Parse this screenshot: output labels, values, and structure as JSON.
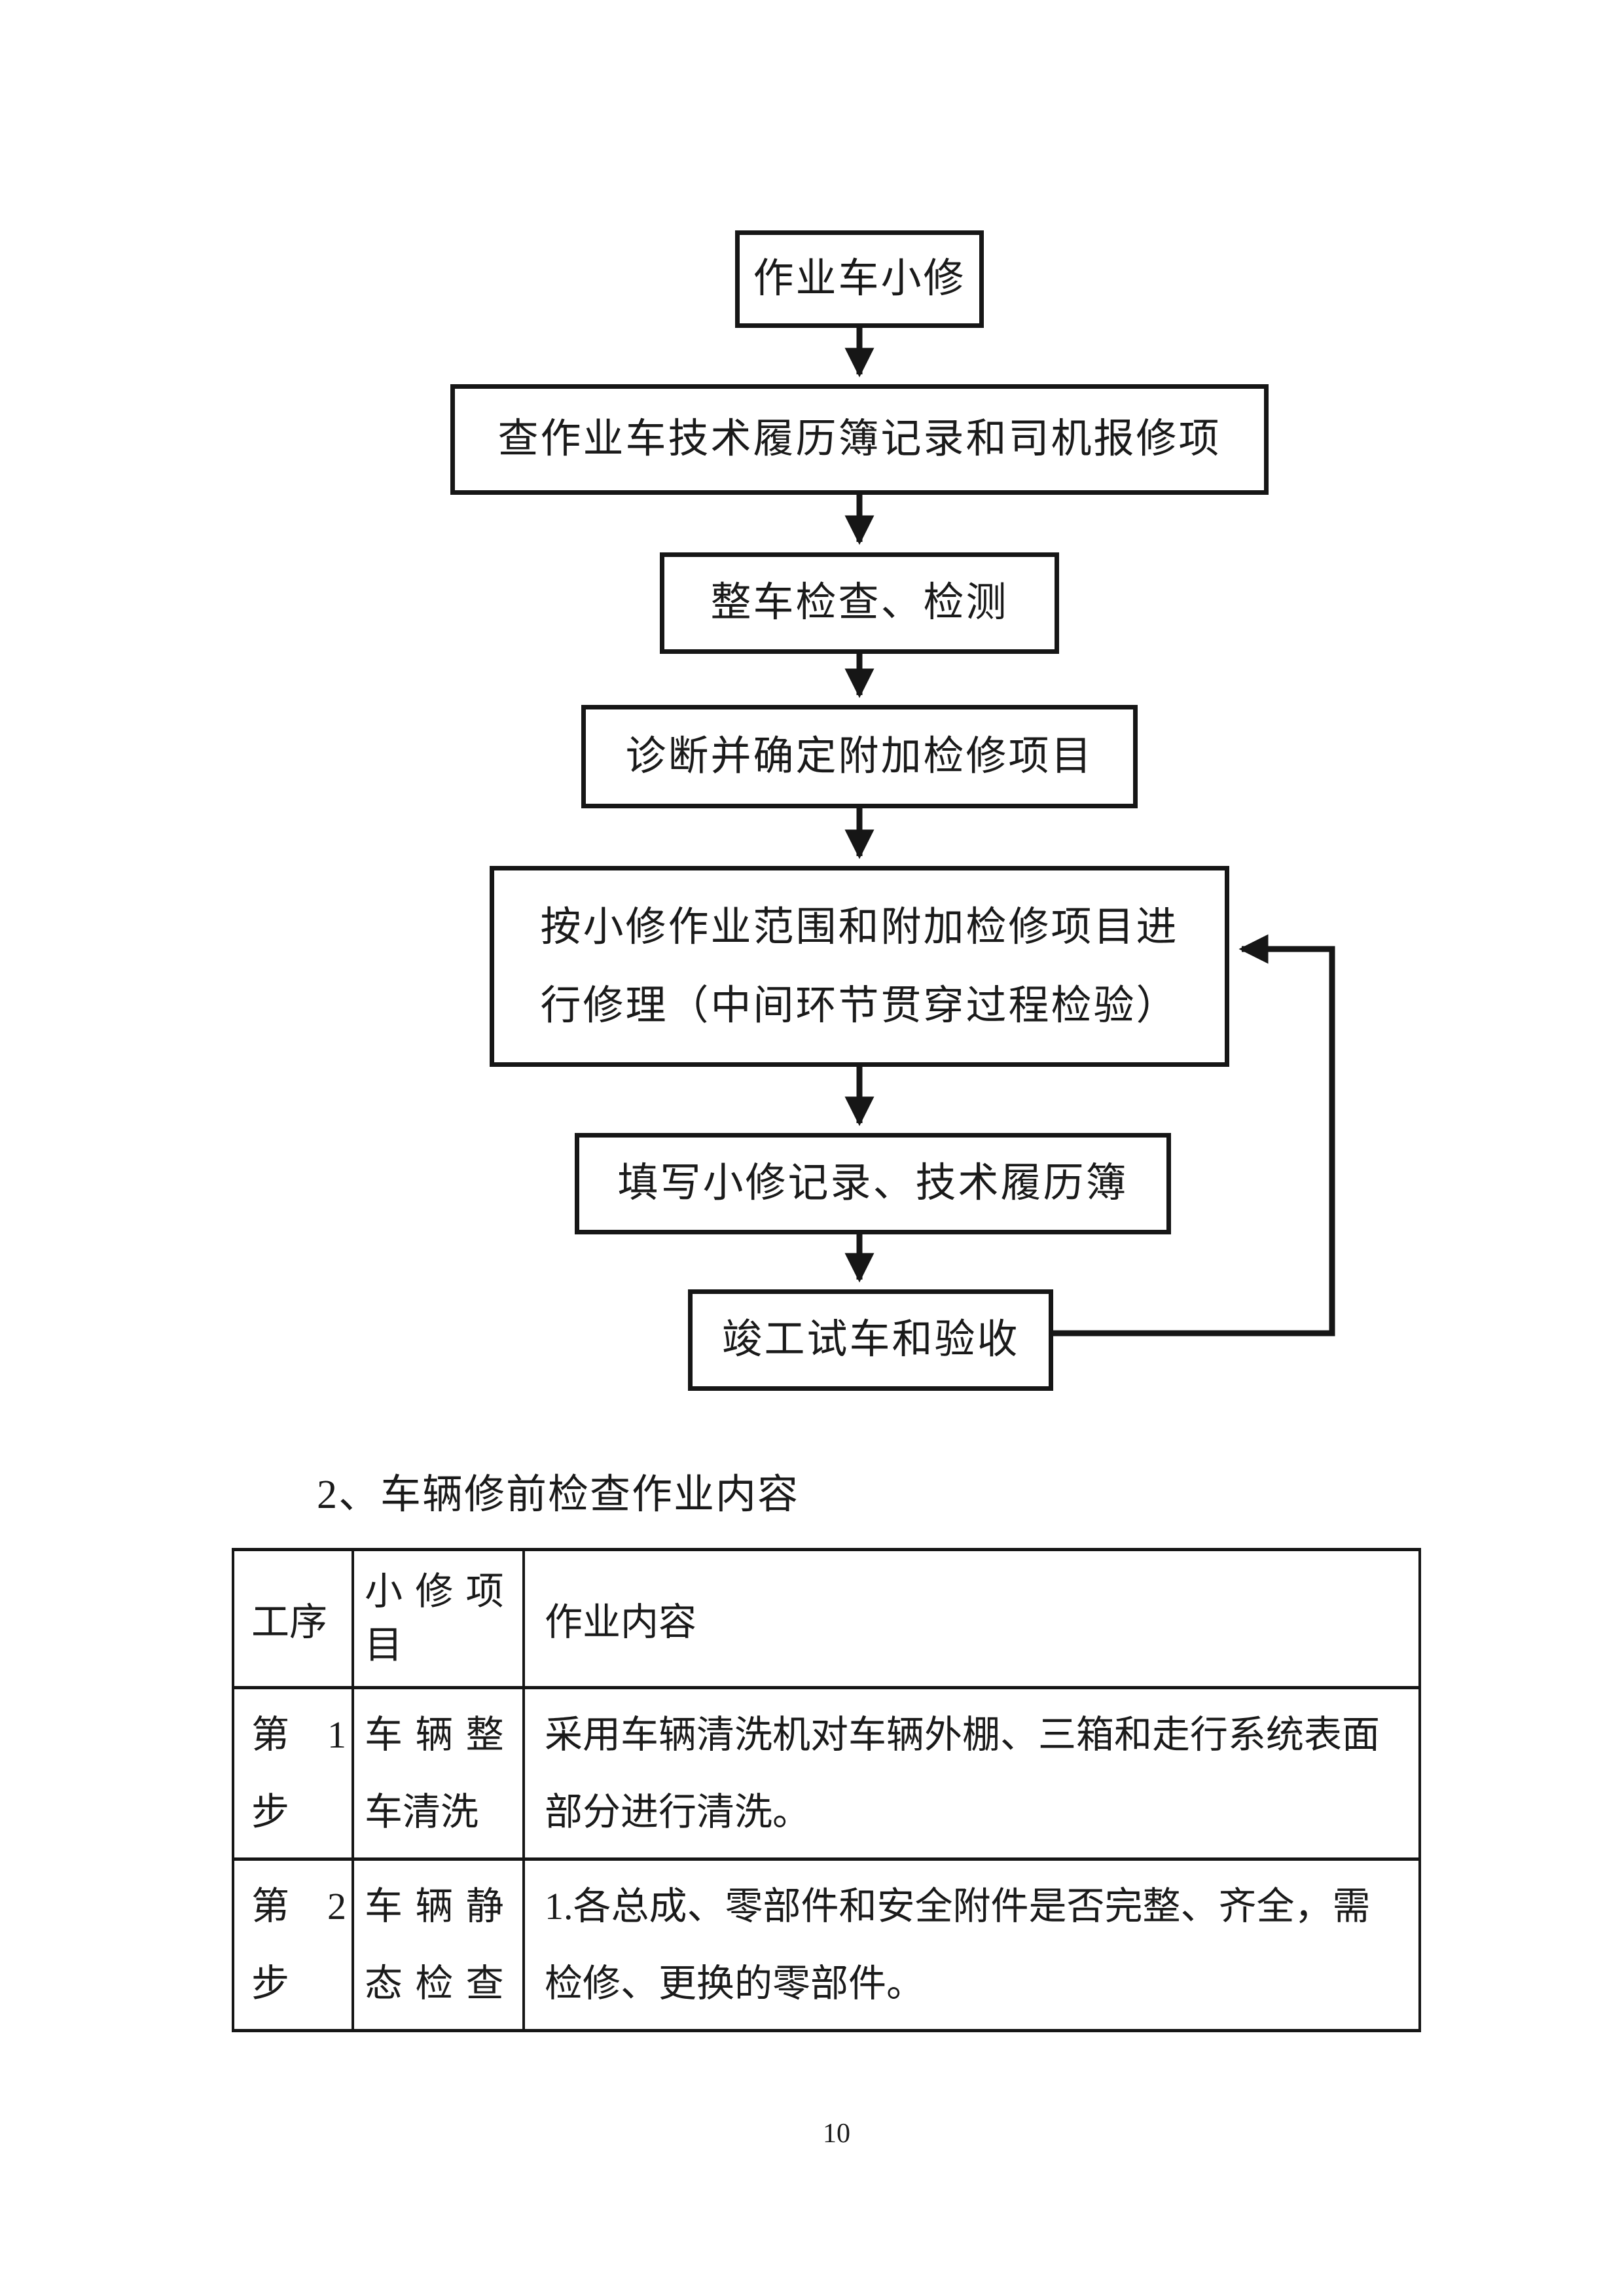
{
  "flowchart": {
    "nodes": [
      {
        "id": "start",
        "label": "作业车小修"
      },
      {
        "id": "check-records",
        "label": "查作业车技术履历簿记录和司机报修项"
      },
      {
        "id": "inspect",
        "label": "整车检查、检测"
      },
      {
        "id": "diagnose",
        "label": "诊断并确定附加检修项目"
      },
      {
        "id": "repair",
        "label": "按小修作业范围和附加检修项目进\n行修理（中间环节贯穿过程检验）"
      },
      {
        "id": "fill-record",
        "label": "填写小修记录、技术履历簿"
      },
      {
        "id": "final-test",
        "label": "竣工试车和验收"
      }
    ]
  },
  "section": {
    "heading": "2、车辆修前检查作业内容"
  },
  "table": {
    "headers": {
      "step": "工序",
      "item": "小 修 项\n目",
      "content": "作业内容"
    },
    "rows": [
      {
        "step": "第　1\n步",
        "item": "车 辆 整\n车清洗",
        "content": "采用车辆清洗机对车辆外棚、三箱和走行系统表面\n部分进行清洗。"
      },
      {
        "step": "第　2\n步",
        "item": "车 辆 静\n态 检 查",
        "content": "1.各总成、零部件和安全附件是否完整、齐全，需\n检修、更换的零部件。"
      }
    ]
  },
  "footer": {
    "page_number": "10"
  }
}
